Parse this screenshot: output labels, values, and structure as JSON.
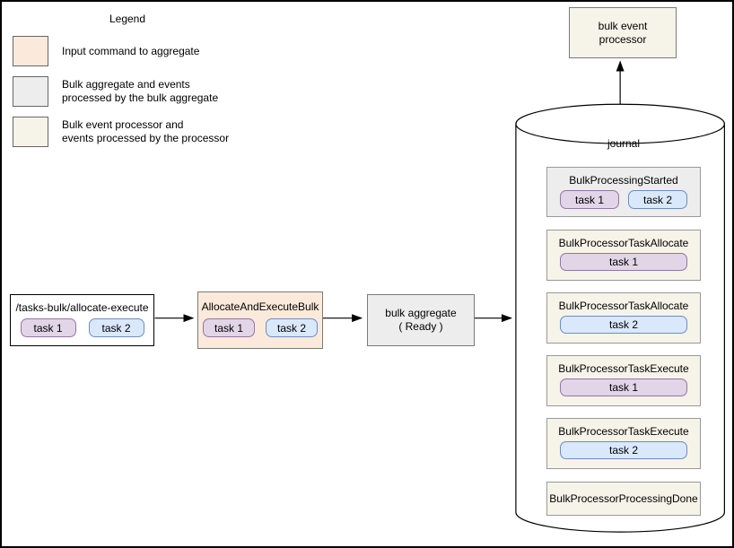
{
  "legend": {
    "title": "Legend",
    "items": [
      {
        "line1": "Input command to aggregate",
        "line2": ""
      },
      {
        "line1": "Bulk aggregate and events",
        "line2": "processed by the bulk aggregate"
      },
      {
        "line1": "Bulk event processor and",
        "line2": "events processed by the processor"
      }
    ]
  },
  "flow": {
    "input_box": {
      "title": "/tasks-bulk/allocate-execute",
      "tasks": [
        "task 1",
        "task 2"
      ]
    },
    "command_box": {
      "title": "AllocateAndExecuteBulk",
      "tasks": [
        "task 1",
        "task 2"
      ]
    },
    "aggregate_box": {
      "line1": "bulk aggregate",
      "line2": "( Ready )"
    }
  },
  "processor_box": {
    "line1": "bulk event",
    "line2": "processor"
  },
  "journal": {
    "label": "journal",
    "events": [
      {
        "title": "BulkProcessingStarted",
        "tasks": [
          "task 1",
          "task 2"
        ]
      },
      {
        "title": "BulkProcessorTaskAllocate",
        "tasks": [
          "task 1"
        ]
      },
      {
        "title": "BulkProcessorTaskAllocate",
        "tasks": [
          "task 2"
        ]
      },
      {
        "title": "BulkProcessorTaskExecute",
        "tasks": [
          "task 1"
        ]
      },
      {
        "title": "BulkProcessorTaskExecute",
        "tasks": [
          "task 2"
        ]
      },
      {
        "title": "BulkProcessorProcessingDone",
        "tasks": []
      }
    ]
  },
  "colors": {
    "input_command_fill": "#FBEADB",
    "bulk_aggregate_fill": "#EDEDED",
    "processor_fill": "#F6F3E9",
    "task1_fill": "#E1D5E7",
    "task1_stroke": "#9673A6",
    "task2_fill": "#DAE8FC",
    "task2_stroke": "#6C8EBF",
    "connector": "#000000"
  }
}
